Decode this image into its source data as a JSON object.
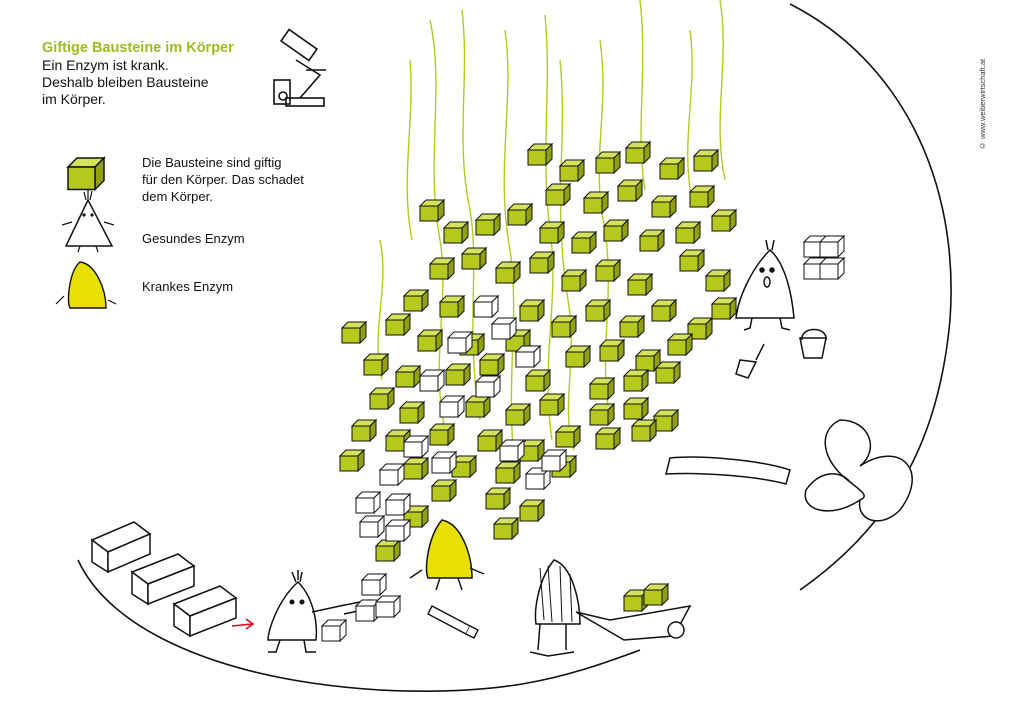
{
  "title": "Giftige Bausteine im Körper",
  "intro": "Ein Enzym ist krank.\nDeshalb bleiben Bausteine\nim Körper.",
  "legend": {
    "toxic_blocks": "Die Bausteine sind giftig\nfür den Körper. Das schadet\ndem Körper.",
    "healthy_enzyme": "Gesundes Enzym",
    "sick_enzyme": "Krankes Enzym"
  },
  "copyright": "© www.weiberwirtschaft.at",
  "colors": {
    "toxic_green": "#b4c81e",
    "title_green": "#9bbd1e",
    "sick_yellow": "#e8e000",
    "outline": "#111111",
    "arrow_red": "#e2001a"
  },
  "icons": [
    "microscope-icon",
    "toxic-block-icon",
    "healthy-enzyme-icon",
    "sick-enzyme-icon"
  ]
}
